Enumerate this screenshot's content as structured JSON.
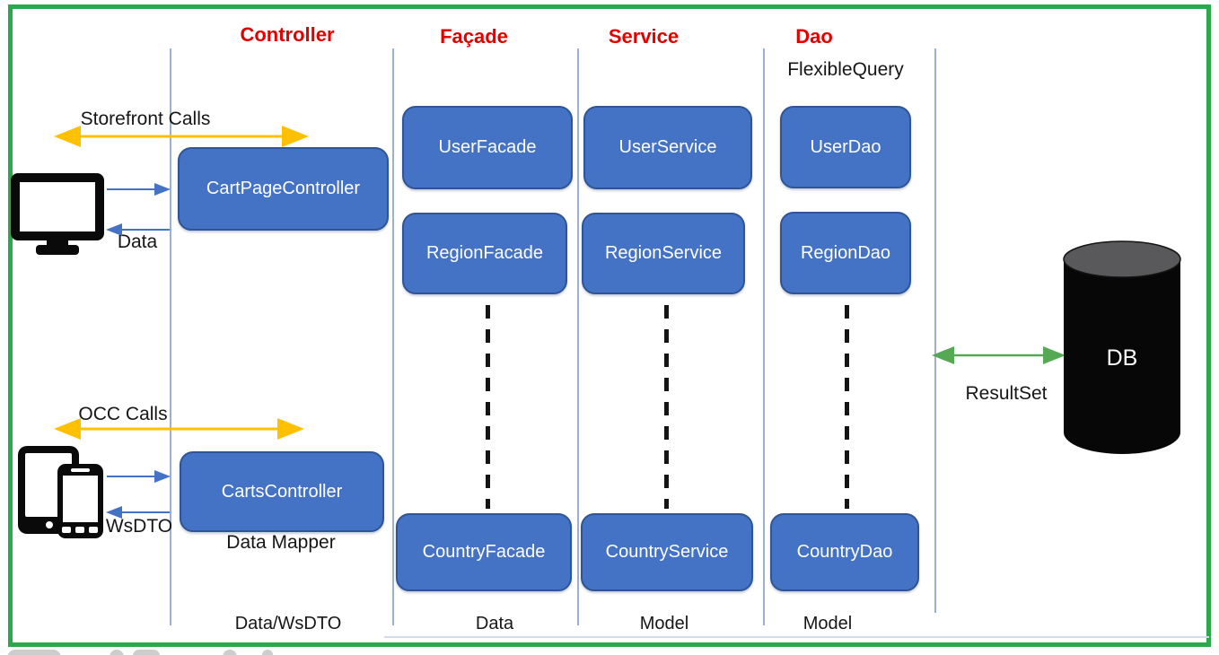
{
  "diagram": {
    "column_headers": [
      "Controller",
      "Façade",
      "Service",
      "Dao"
    ],
    "flexible_query_label": "FlexibleQuery",
    "boxes": {
      "cart_page_controller": "CartPageController",
      "carts_controller": "CartsController",
      "user_facade": "UserFacade",
      "region_facade": "RegionFacade",
      "country_facade": "CountryFacade",
      "user_service": "UserService",
      "region_service": "RegionService",
      "country_service": "CountryService",
      "user_dao": "UserDao",
      "region_dao": "RegionDao",
      "country_dao": "CountryDao"
    },
    "labels": {
      "storefront_calls": "Storefront Calls",
      "data_response": "Data",
      "occ_calls": "OCC Calls",
      "wsdto_response": "WsDTO",
      "data_mapper": "Data Mapper",
      "resultset": "ResultSet",
      "db": "DB"
    },
    "bottom_labels": {
      "controller": "Data/WsDTO",
      "facade": "Data",
      "service": "Model",
      "dao": "Model"
    },
    "colors": {
      "box_fill": "#4472C4",
      "box_border": "#2F5597",
      "header_red": "#E50000",
      "call_arrow_orange": "#FFC000",
      "data_arrow_blue": "#4472C4",
      "frame_green": "#2AA84A",
      "resultset_arrow_green": "#55A955",
      "separator_line_blue": "#9BB0D2",
      "db_cylinder_black": "#070707",
      "db_top_gray": "#59595B"
    }
  }
}
